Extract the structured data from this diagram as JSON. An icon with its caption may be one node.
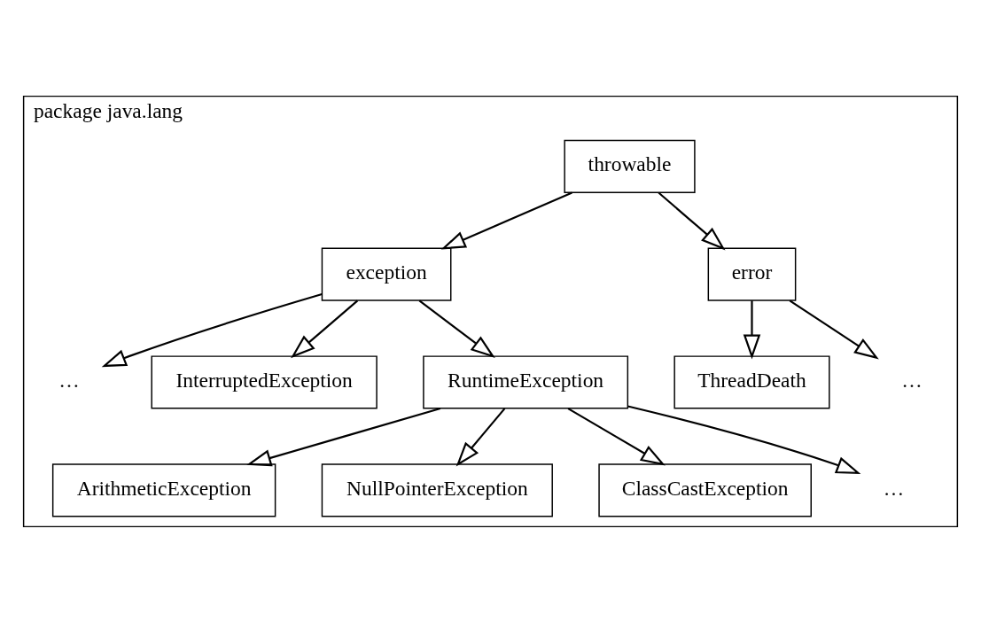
{
  "diagram": {
    "nodes": [
      {
        "text": [
          "package java.lang"
        ]
      },
      {
        "text": [
          "throwable"
        ],
        "in": 0
      },
      {
        "text": [
          "exception"
        ],
        "in": 0
      },
      {
        "text": [
          "error"
        ],
        "in": 0
      },
      {
        "text": [
          "…"
        ],
        "in": 0
      },
      {
        "text": [
          "InterruptedException"
        ],
        "in": 0
      },
      {
        "text": [
          "RuntimeException"
        ],
        "in": 0
      },
      {
        "text": [
          "ThreadDeath"
        ],
        "in": 0
      },
      {
        "text": [
          "…"
        ],
        "in": 0
      },
      {
        "text": [
          "ArithmeticException"
        ],
        "in": 0
      },
      {
        "text": [
          "NullPointerException"
        ],
        "in": 0
      },
      {
        "text": [
          "ClassCastException"
        ],
        "in": 0
      },
      {
        "text": [
          "…"
        ],
        "in": 0
      }
    ],
    "edges": [
      {
        "from": 1,
        "to": 2,
        "arrow": "to"
      },
      {
        "from": 1,
        "to": 3,
        "arrow": "to"
      },
      {
        "from": 2,
        "to": 5,
        "arrow": "to"
      },
      {
        "from": 2,
        "to": 6,
        "arrow": "to"
      },
      {
        "from": 2,
        "to": 4,
        "arrow": "to"
      },
      {
        "from": 3,
        "to": 7,
        "arrow": "to"
      },
      {
        "from": 3,
        "to": 8,
        "arrow": "to"
      },
      {
        "from": 6,
        "to": 9,
        "arrow": "to"
      },
      {
        "from": 6,
        "to": 10,
        "arrow": "to"
      },
      {
        "from": 6,
        "to": 11,
        "arrow": "to"
      },
      {
        "from": 6,
        "to": 12,
        "arrow": "to"
      }
    ]
  }
}
